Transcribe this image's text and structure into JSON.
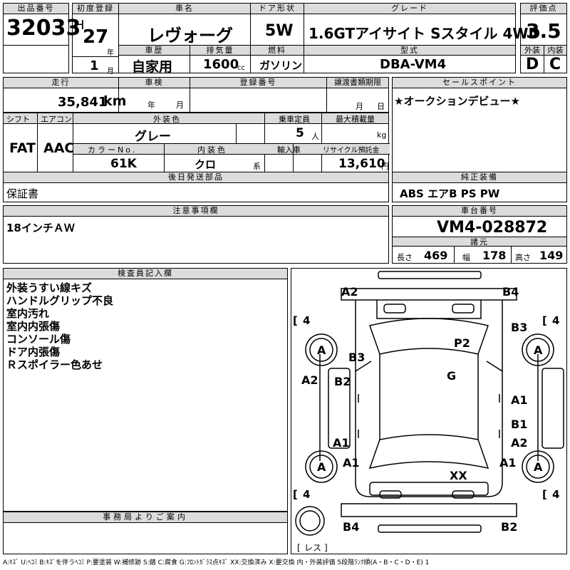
{
  "labels": {
    "lot_no": "出品番号",
    "first_reg": "初度登録",
    "car_name": "車名",
    "door_type": "ドア形状",
    "grade": "グレード",
    "score": "評価点",
    "history": "車歴",
    "displacement": "排気量",
    "fuel": "燃料",
    "model_type": "型式",
    "exterior": "外装",
    "interior": "内装",
    "mileage": "走行",
    "inspection": "車検",
    "reg_no": "登録番号",
    "transfer_deadline": "譲渡書類期限",
    "sales_point": "セールスポイント",
    "shift": "シフト",
    "aircon": "エアコン",
    "ext_color": "外装色",
    "capacity": "乗車定員",
    "max_load": "最大積載量",
    "color_no": "カラーNo.",
    "int_color": "内装色",
    "import": "輸入車",
    "recycle": "リサイクル預託金",
    "later_parts": "後日発送部品",
    "genuine_equip": "純正装備",
    "notes": "注意事項欄",
    "chassis_no": "車台番号",
    "dimensions": "諸元",
    "inspector": "検査員記入欄",
    "office": "事務局よりご案内"
  },
  "units": {
    "era": "H",
    "year": "年",
    "month": "月",
    "cc": "cc",
    "km": "km",
    "persons": "人",
    "kg": "kg",
    "series": "系",
    "yen": "円",
    "length": "長さ",
    "width": "幅",
    "height": "高さ"
  },
  "values": {
    "lot_no": "32033",
    "reg_year": "27",
    "reg_month": "1",
    "car_name": "レヴォーグ",
    "door_type": "5W",
    "grade": "1.6GTアイサイト Sスタイル 4WD",
    "score": "3.5",
    "history": "自家用",
    "displacement": "1600",
    "fuel": "ガソリン",
    "model_type": "DBA-VM4",
    "exterior": "D",
    "interior": "C",
    "mileage": "35,841",
    "inspection_year": "",
    "inspection_month": "",
    "reg_no": "",
    "transfer_month": "",
    "transfer_day": "",
    "sales_point": "★オークションデビュー★",
    "shift": "FAT",
    "aircon": "AAC",
    "ext_color": "グレー",
    "capacity": "5",
    "max_load": "",
    "color_no": "61K",
    "int_color": "クロ",
    "import": "",
    "recycle": "13,610",
    "later_parts": "保証書",
    "genuine_equip": "ABS エアB PS PW",
    "notes": "18インチＡＷ",
    "chassis_no": "VM4-028872",
    "length": "469",
    "width": "178",
    "height": "149",
    "inspector_notes": [
      "外装うすい線キズ",
      "ハンドルグリップ不良",
      "室内汚れ",
      "室内内張傷",
      "コンソール傷",
      "ドア内張傷",
      "Ｒスポイラー色あせ"
    ]
  },
  "diagram": {
    "marks": {
      "front_left": "A2",
      "front_right": "B4",
      "right_front_fender": "B3",
      "left_front_fender": "B3",
      "hood": "P2",
      "roof": "G",
      "left_door_front": "A2",
      "left_door_b": "B2",
      "right_door_front": "A1",
      "right_door_rear_b": "B1",
      "right_door_rear_a": "A2",
      "left_rear_a": "A1",
      "left_quarter": "A1",
      "right_quarter": "A1",
      "trunk": "XX",
      "rear_left": "B4",
      "rear_right": "B2",
      "tire_fl": "A",
      "tire_fr": "A",
      "tire_rl": "A",
      "tire_rr": "A",
      "tread_fl": "4",
      "tread_fr": "4",
      "tread_rl": "4",
      "tread_rr": "4",
      "spare": "レス"
    }
  },
  "legend": "A:ｷｽﾞ U:ﾍｺﾐ B:ｷｽﾞを伴うﾍｺﾐ P:要塗装 W:補修跡 S:錆 C:腐食 G:ﾌﾛﾝﾄｶﾞﾗｽ点ｷｽﾞ XX:交換済み X:要交換 内・外装評価 5段階ﾗﾝｸ順(A・B・C・D・E) 1"
}
